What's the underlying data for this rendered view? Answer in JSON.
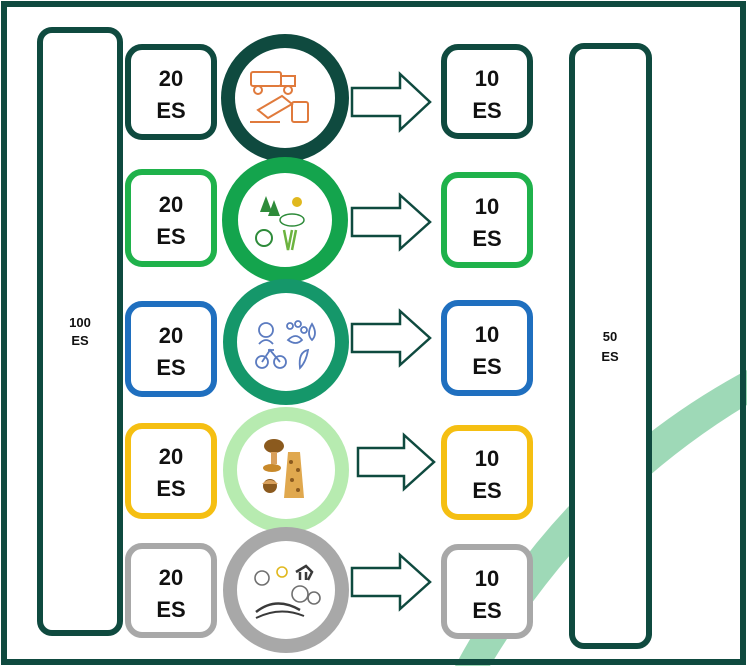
{
  "left_total": {
    "value": "100",
    "unit": "ES"
  },
  "right_total": {
    "value": "50",
    "unit": "ES"
  },
  "rows": [
    {
      "input": "20",
      "input_unit": "ES",
      "output": "10",
      "output_unit": "ES",
      "color": "#0F4A3F",
      "ring": "#0F4A3F",
      "icon": "provisioning-services-icon",
      "icon_color": "#E07A3C"
    },
    {
      "input": "20",
      "input_unit": "ES",
      "output": "10",
      "output_unit": "ES",
      "color": "#1FB24B",
      "ring": "#14A44D",
      "icon": "regulating-services-icon",
      "icon_color": "#2E8B3A"
    },
    {
      "input": "20",
      "input_unit": "ES",
      "output": "10",
      "output_unit": "ES",
      "color": "#1F6FBF",
      "ring": "#15976A",
      "icon": "cultural-services-icon",
      "icon_color": "#5B7BC0"
    },
    {
      "input": "20",
      "input_unit": "ES",
      "output": "10",
      "output_unit": "ES",
      "color": "#F5BF12",
      "ring": "#B7EBB0",
      "icon": "food-services-icon",
      "icon_color": "#C8892A"
    },
    {
      "input": "20",
      "input_unit": "ES",
      "output": "10",
      "output_unit": "ES",
      "color": "#A8A8A8",
      "ring": "#A8A8A8",
      "icon": "landscape-services-icon",
      "icon_color": "#7A7A7A"
    }
  ],
  "colors": {
    "frame": "#0F4A3F",
    "arrow": "#0F4A3F",
    "swoosh": "#9ED9B7"
  }
}
